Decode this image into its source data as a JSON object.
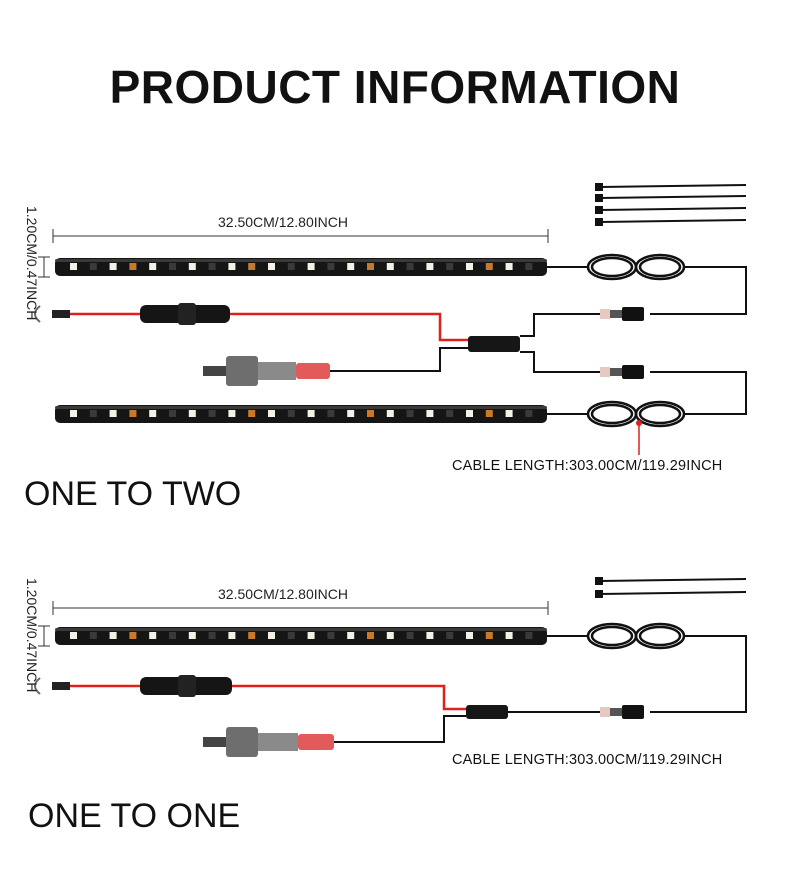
{
  "title": "PRODUCT INFORMATION",
  "colors": {
    "strip": "#111111",
    "wire_red": "#e0201a",
    "wire_black": "#111111",
    "led": "#f4f1e6",
    "led_amber": "#c77a2a"
  },
  "sections": [
    {
      "name": "ONE TO TWO",
      "length_label": "32.50CM/12.80INCH",
      "width_label": "1.20CM/0.47INCH",
      "cable_label": "CABLE LENGTH:303.00CM/119.29INCH"
    },
    {
      "name": "ONE TO ONE",
      "length_label": "32.50CM/12.80INCH",
      "width_label": "1.20CM/0.47INCH",
      "cable_label": "CABLE LENGTH:303.00CM/119.29INCH"
    }
  ]
}
